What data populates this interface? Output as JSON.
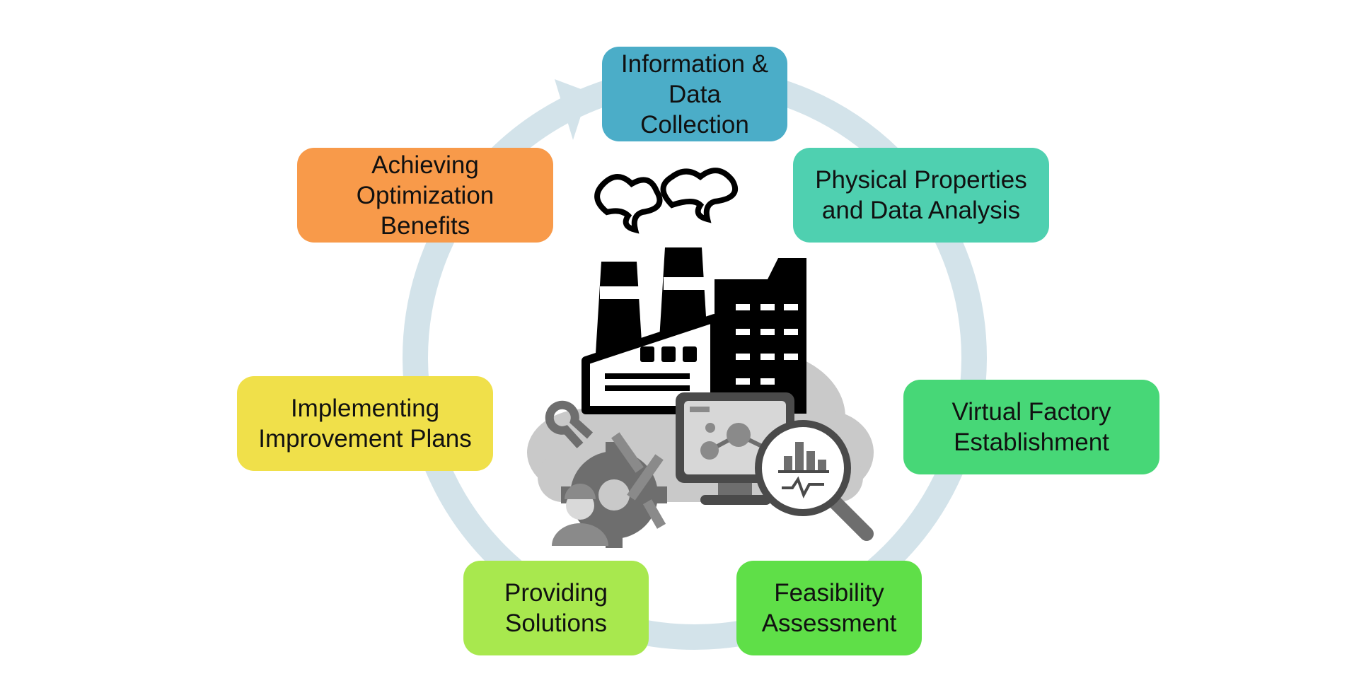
{
  "cycle": {
    "steps": [
      {
        "label": "Information &\nData\nCollection",
        "color": "#4badc8"
      },
      {
        "label": "Physical Properties\nand Data Analysis",
        "color": "#4fd0b0"
      },
      {
        "label": "Virtual Factory\nEstablishment",
        "color": "#47d777"
      },
      {
        "label": "Feasibility\nAssessment",
        "color": "#5fdf48"
      },
      {
        "label": "Providing\nSolutions",
        "color": "#a8e84e"
      },
      {
        "label": "Implementing\nImprovement Plans",
        "color": "#f0e04a"
      },
      {
        "label": "Achieving\nOptimization\nBenefits",
        "color": "#f89a4a"
      }
    ],
    "ring_color": "#d3e3ea"
  },
  "center_illustration": {
    "icons": [
      "factory-icon",
      "cloud-icon",
      "gear-tools-icon",
      "worker-icon",
      "computer-monitor-icon",
      "magnifier-chart-icon"
    ]
  }
}
